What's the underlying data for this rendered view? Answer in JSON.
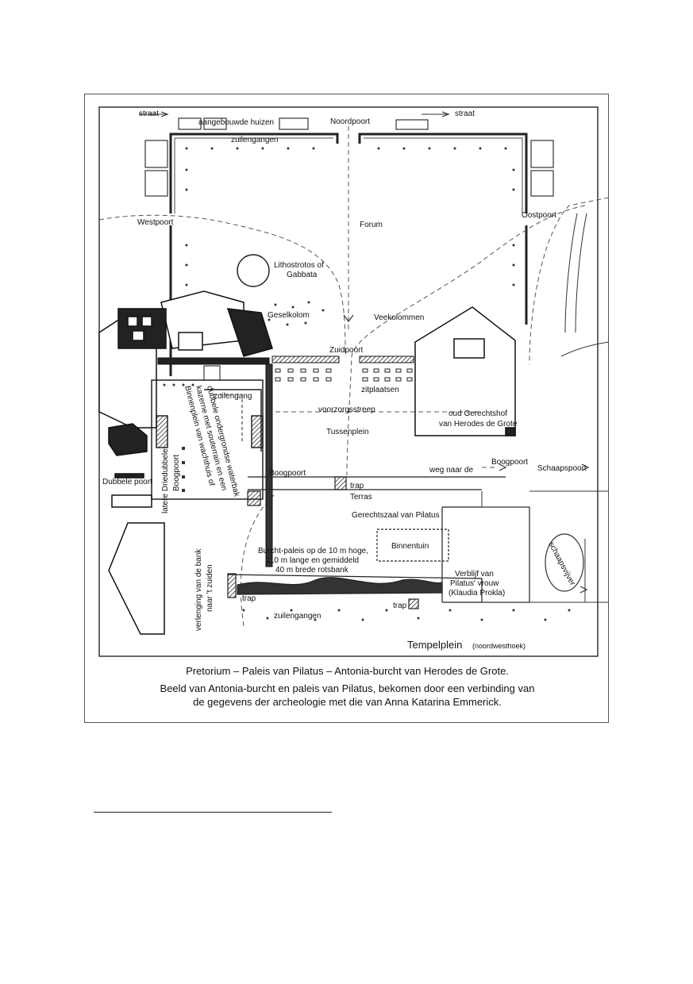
{
  "labels": {
    "straat_left": "straat",
    "straat_right": "straat",
    "aangebouwde_huizen": "aangebouwde huizen",
    "noordpoort": "Noordpoort",
    "zuilengangen_top": "zuilengangen",
    "westpoort": "Westpoort",
    "oostpoort": "Oostpoort",
    "forum": "Forum",
    "lithostrotos_1": "Lithostrotos of",
    "lithostrotos_2": "Gabbata",
    "geselkolom": "Geselkolom",
    "veekolommen": "Veekolommen",
    "zuidpoort": "Zuidpoort",
    "zitplaatsen": "zitplaatsen",
    "zuilengang": "zuilengang",
    "voorzorgsstreep": "voorzorgsstreep",
    "tussenplein": "Tussenplein",
    "oud_gerechtshof_1": "oud Gerechtshof",
    "oud_gerechtshof_2": "van Herodes de Grote",
    "dubbele_poort": "Dubbele poort",
    "boogpoort_left": "Boogpoort",
    "trap_mid": "trap",
    "terras": "Terras",
    "weg_naar_de": "weg naar de",
    "boogpoort_right": "Boogpoort",
    "schaapspoort": "Schaapspoort",
    "gerechtszaal": "Gerechtszaal van Pilatus",
    "binnentuin": "Binnentuin",
    "burcht_1": "Burcht-paleis op de 10 m hoge,",
    "burcht_2": "110 m lange en gemiddeld",
    "burcht_3": "40 m brede rotsbank",
    "verblijf_1": "Verblijf van",
    "verblijf_2": "Pilatus' vrouw",
    "verblijf_3": "(Klaudia Prokla)",
    "schaapsvijver": "schaapsvijver",
    "trap_left": "trap",
    "trap_bottom": "trap",
    "zuilengangen_bottom": "zuilengangen",
    "verlenging_1": "verlenging van de bank",
    "verlenging_2": "naar 't zuiden",
    "latere_1": "latere Driedubbele",
    "latere_2": "Boogpoort",
    "binnenplein_1": "Binnenplein van wachthuis of",
    "binnenplein_2": "kazerne met souterrain en een",
    "binnenplein_3": "dubbele ondergrondse waterbak",
    "tempelplein": "Tempelplein",
    "noordwesthoek": "(noordwesthoek)"
  },
  "caption": {
    "line1": "Pretorium – Paleis van Pilatus – Antonia-burcht van Herodes de Grote.",
    "line2": "Beeld van Antonia-burcht en paleis van Pilatus, bekomen door een verbinding van",
    "line3": "de gegevens der archeologie met die van Anna Katarina Emmerick."
  }
}
